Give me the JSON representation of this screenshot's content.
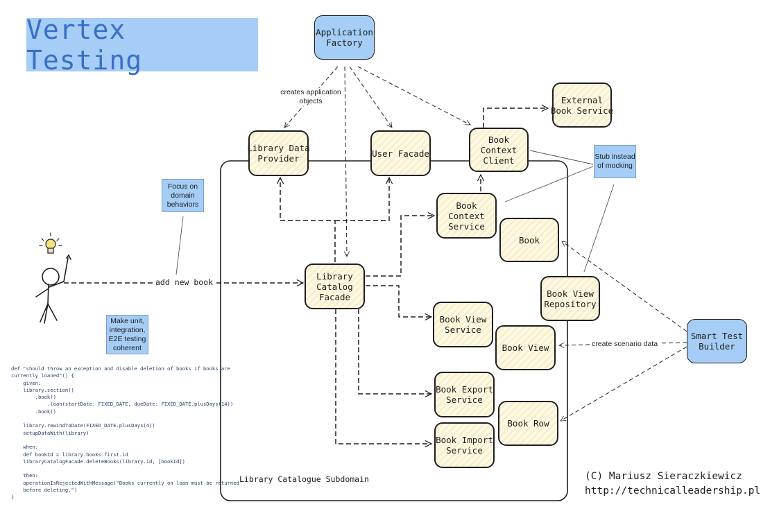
{
  "title": "Vertex Testing",
  "subdomain_label": "Library Catalogue Subdomain",
  "nodes": {
    "application_factory": "Application\nFactory",
    "library_data_provider": "Library Data\nProvider",
    "user_facade": "User Facade",
    "book_context_client": "Book\nContext\nClient",
    "external_book_service": "External\nBook Service",
    "book_context_service": "Book\nContext\nService",
    "book": "Book",
    "library_catalog_facade": "Library\nCatalog\nFacade",
    "book_view_repository": "Book View\nRepository",
    "book_view_service": "Book View\nService",
    "book_view": "Book View",
    "book_export_service": "Book Export\nService",
    "book_import_service": "Book Import\nService",
    "book_row": "Book Row",
    "smart_test_builder": "Smart Test\nBuilder"
  },
  "notes": {
    "focus_on_domain": "Focus on\ndomain\nbehaviors",
    "stub_instead": "Stub instead\nof mocking",
    "make_unit": "Make unit,\nintegration,\nE2E testing\ncoherent"
  },
  "edge_labels": {
    "creates_application_objects": "creates application\nobjects",
    "add_new_book": "add new book",
    "create_scenario_data": "create scenario data"
  },
  "code_sample": "def \"should throw an exception and disable deletion of books if books are\ncurrently loaned\"() {\n    given:\n    library.section()\n        .book()\n            .loan(startDate: FIXED_DATE, dueDate: FIXED_DATE.plusDays(14))\n        .book()\n\n    library.rewindToDate(FIXED_DATE.plusDays(4))\n    setupDataWith(library)\n\n    when:\n    def bookId = library.books.first.id\n    libraryCatalogFacade.deleteBooks(library.id, [bookId])\n\n    then:\n    operationIsRejectedWithMessage(\"Books currently on loan must be returned\n    before deleting.\")\n}",
  "copyright": {
    "line1": "(C) Mariusz Sieraczkiewicz",
    "line2": "http://technicalleadership.pl"
  },
  "colors": {
    "note_blue": "#a5cdf5",
    "node_fill": "#fdf8e4",
    "title_text": "#3a6fc4",
    "stroke": "#1e1e1e"
  }
}
